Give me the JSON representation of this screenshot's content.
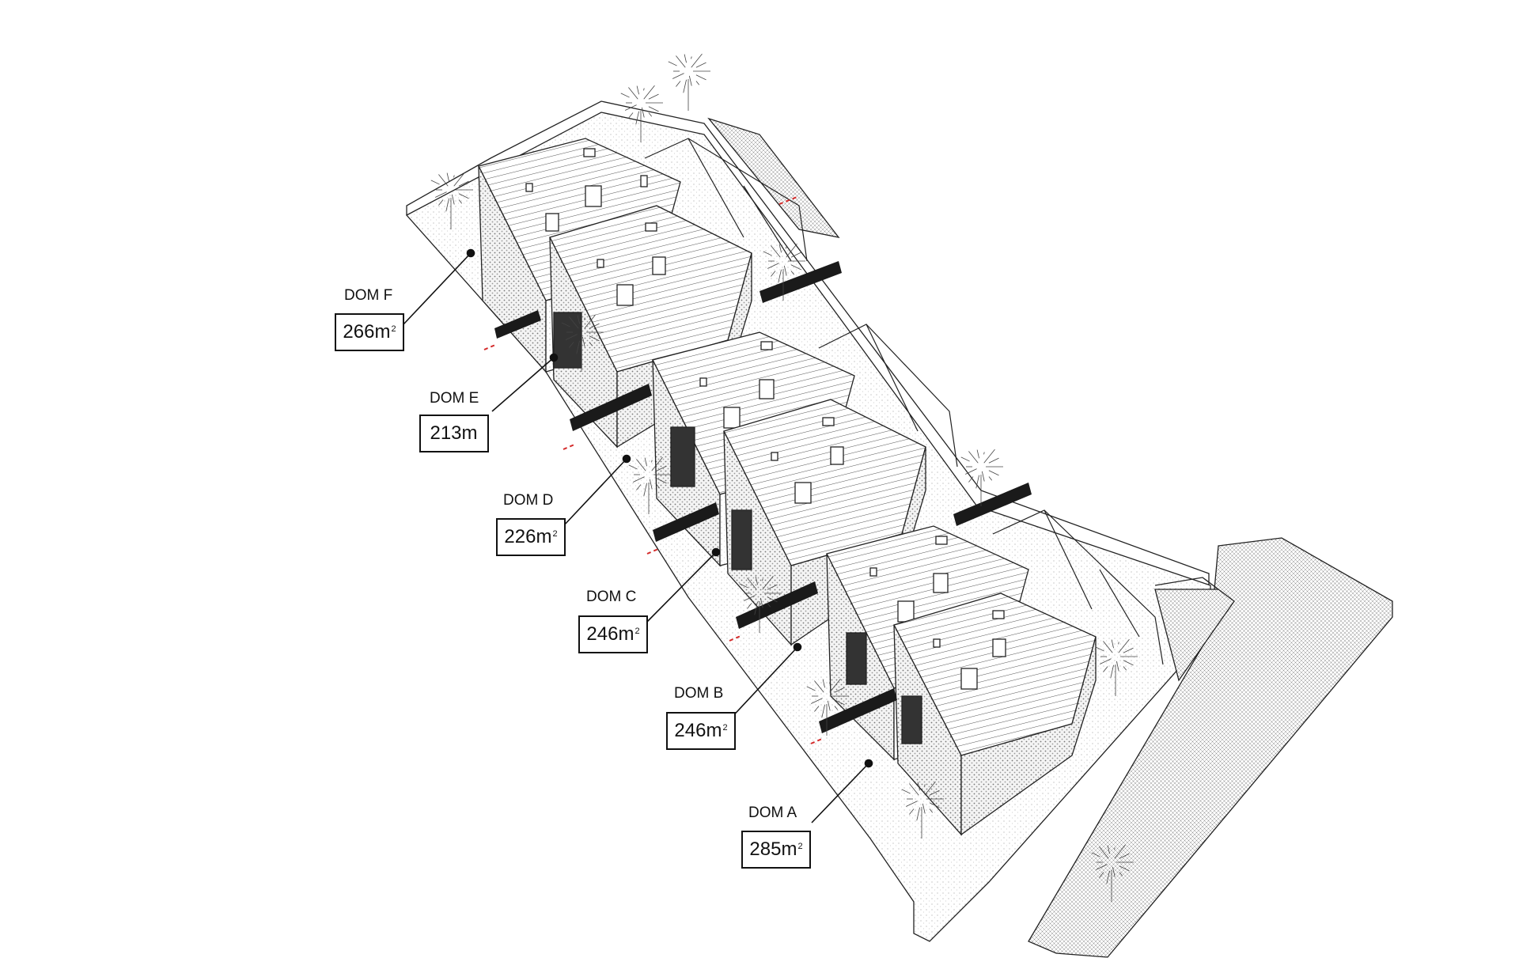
{
  "units": [
    {
      "id": "dom-f",
      "name": "DOM F",
      "area_value": "266m",
      "area_sup": "2"
    },
    {
      "id": "dom-e",
      "name": "DOM E",
      "area_value": "213m",
      "area_sup": ""
    },
    {
      "id": "dom-d",
      "name": "DOM D",
      "area_value": "226m",
      "area_sup": "2"
    },
    {
      "id": "dom-c",
      "name": "DOM C",
      "area_value": "246m",
      "area_sup": "2"
    },
    {
      "id": "dom-b",
      "name": "DOM B",
      "area_value": "246m",
      "area_sup": "2"
    },
    {
      "id": "dom-a",
      "name": "DOM A",
      "area_value": "285m",
      "area_sup": "2"
    }
  ],
  "colors": {
    "line": "#222222",
    "hedge": "#1a1a1a",
    "marker": "#d42a2a",
    "hatch": "#9a9a9a"
  }
}
